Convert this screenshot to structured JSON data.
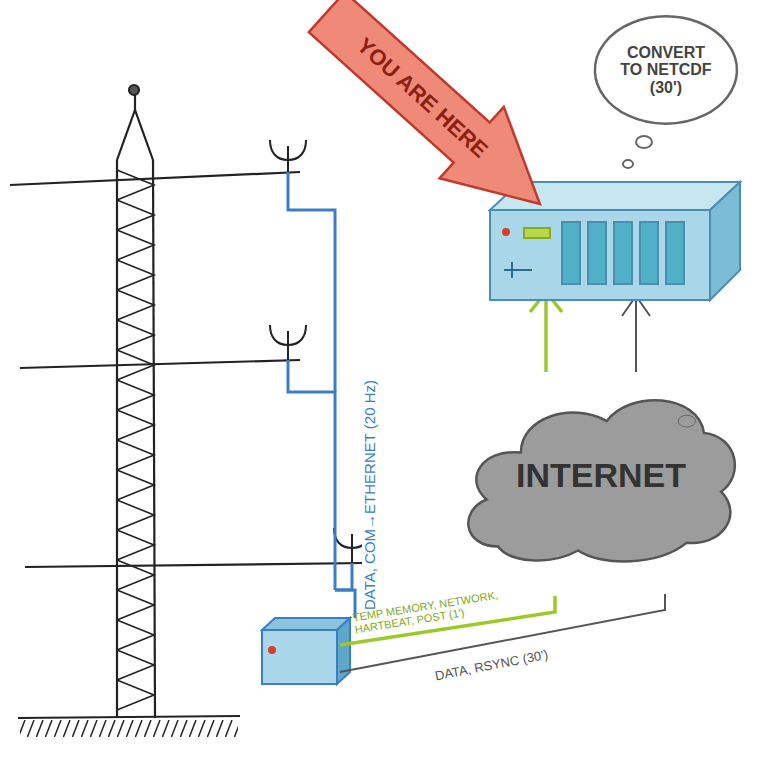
{
  "diagram": {
    "nodes": [
      {
        "text": [
          "YOU ARE HERE"
        ]
      },
      {
        "text": [
          "CONVERT TO NETCDF (30')"
        ]
      },
      {
        "text": [
          "INTERNET"
        ]
      }
    ],
    "labels": [
      "DATA, COM→ETHERNET (20 Hz)",
      "TEMP MEMORY, NETWORK, HARTBEAT, POST (1')",
      "DATA, RSYNC (30')"
    ]
  }
}
